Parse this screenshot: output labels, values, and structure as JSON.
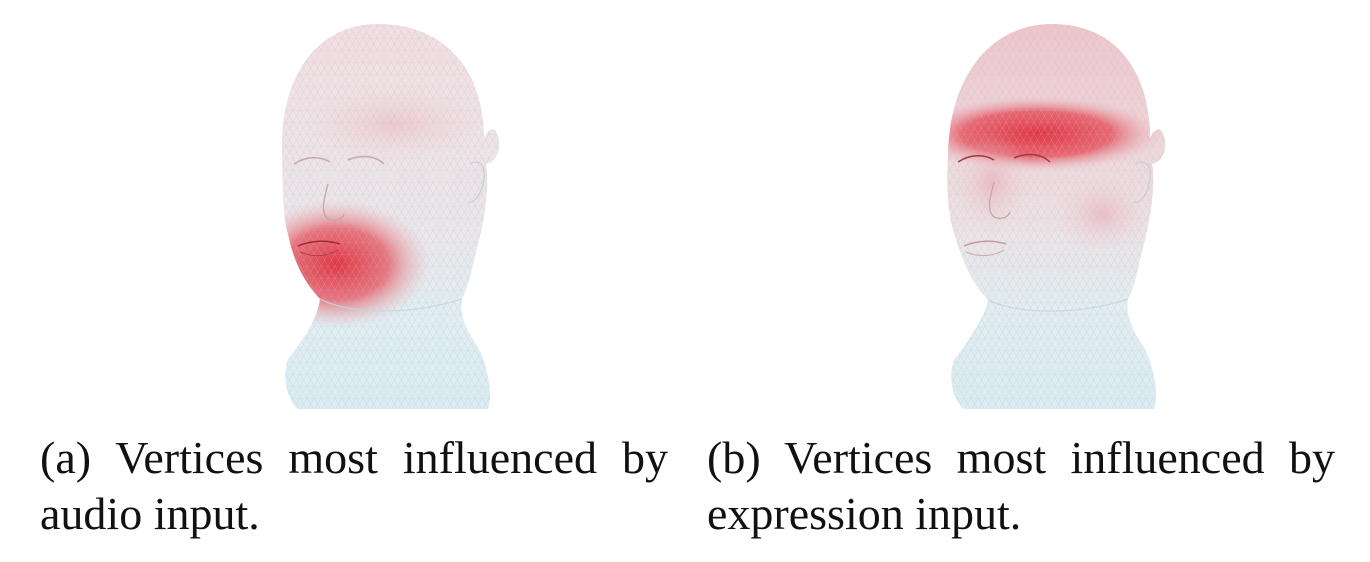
{
  "figures": [
    {
      "id": "a",
      "caption_line1": "(a) Vertices most influenced by",
      "caption_line2": "audio input.",
      "highlight_region": "mouth-jaw"
    },
    {
      "id": "b",
      "caption_line1": "(b) Vertices most influenced by",
      "caption_line2": "expression input.",
      "highlight_region": "forehead-eyebrows"
    }
  ],
  "colors": {
    "mesh_base": "#dfeef3",
    "mesh_line": "#b9d2db",
    "highlight": "#e8323f",
    "skin_tint": "#f2d6da"
  }
}
